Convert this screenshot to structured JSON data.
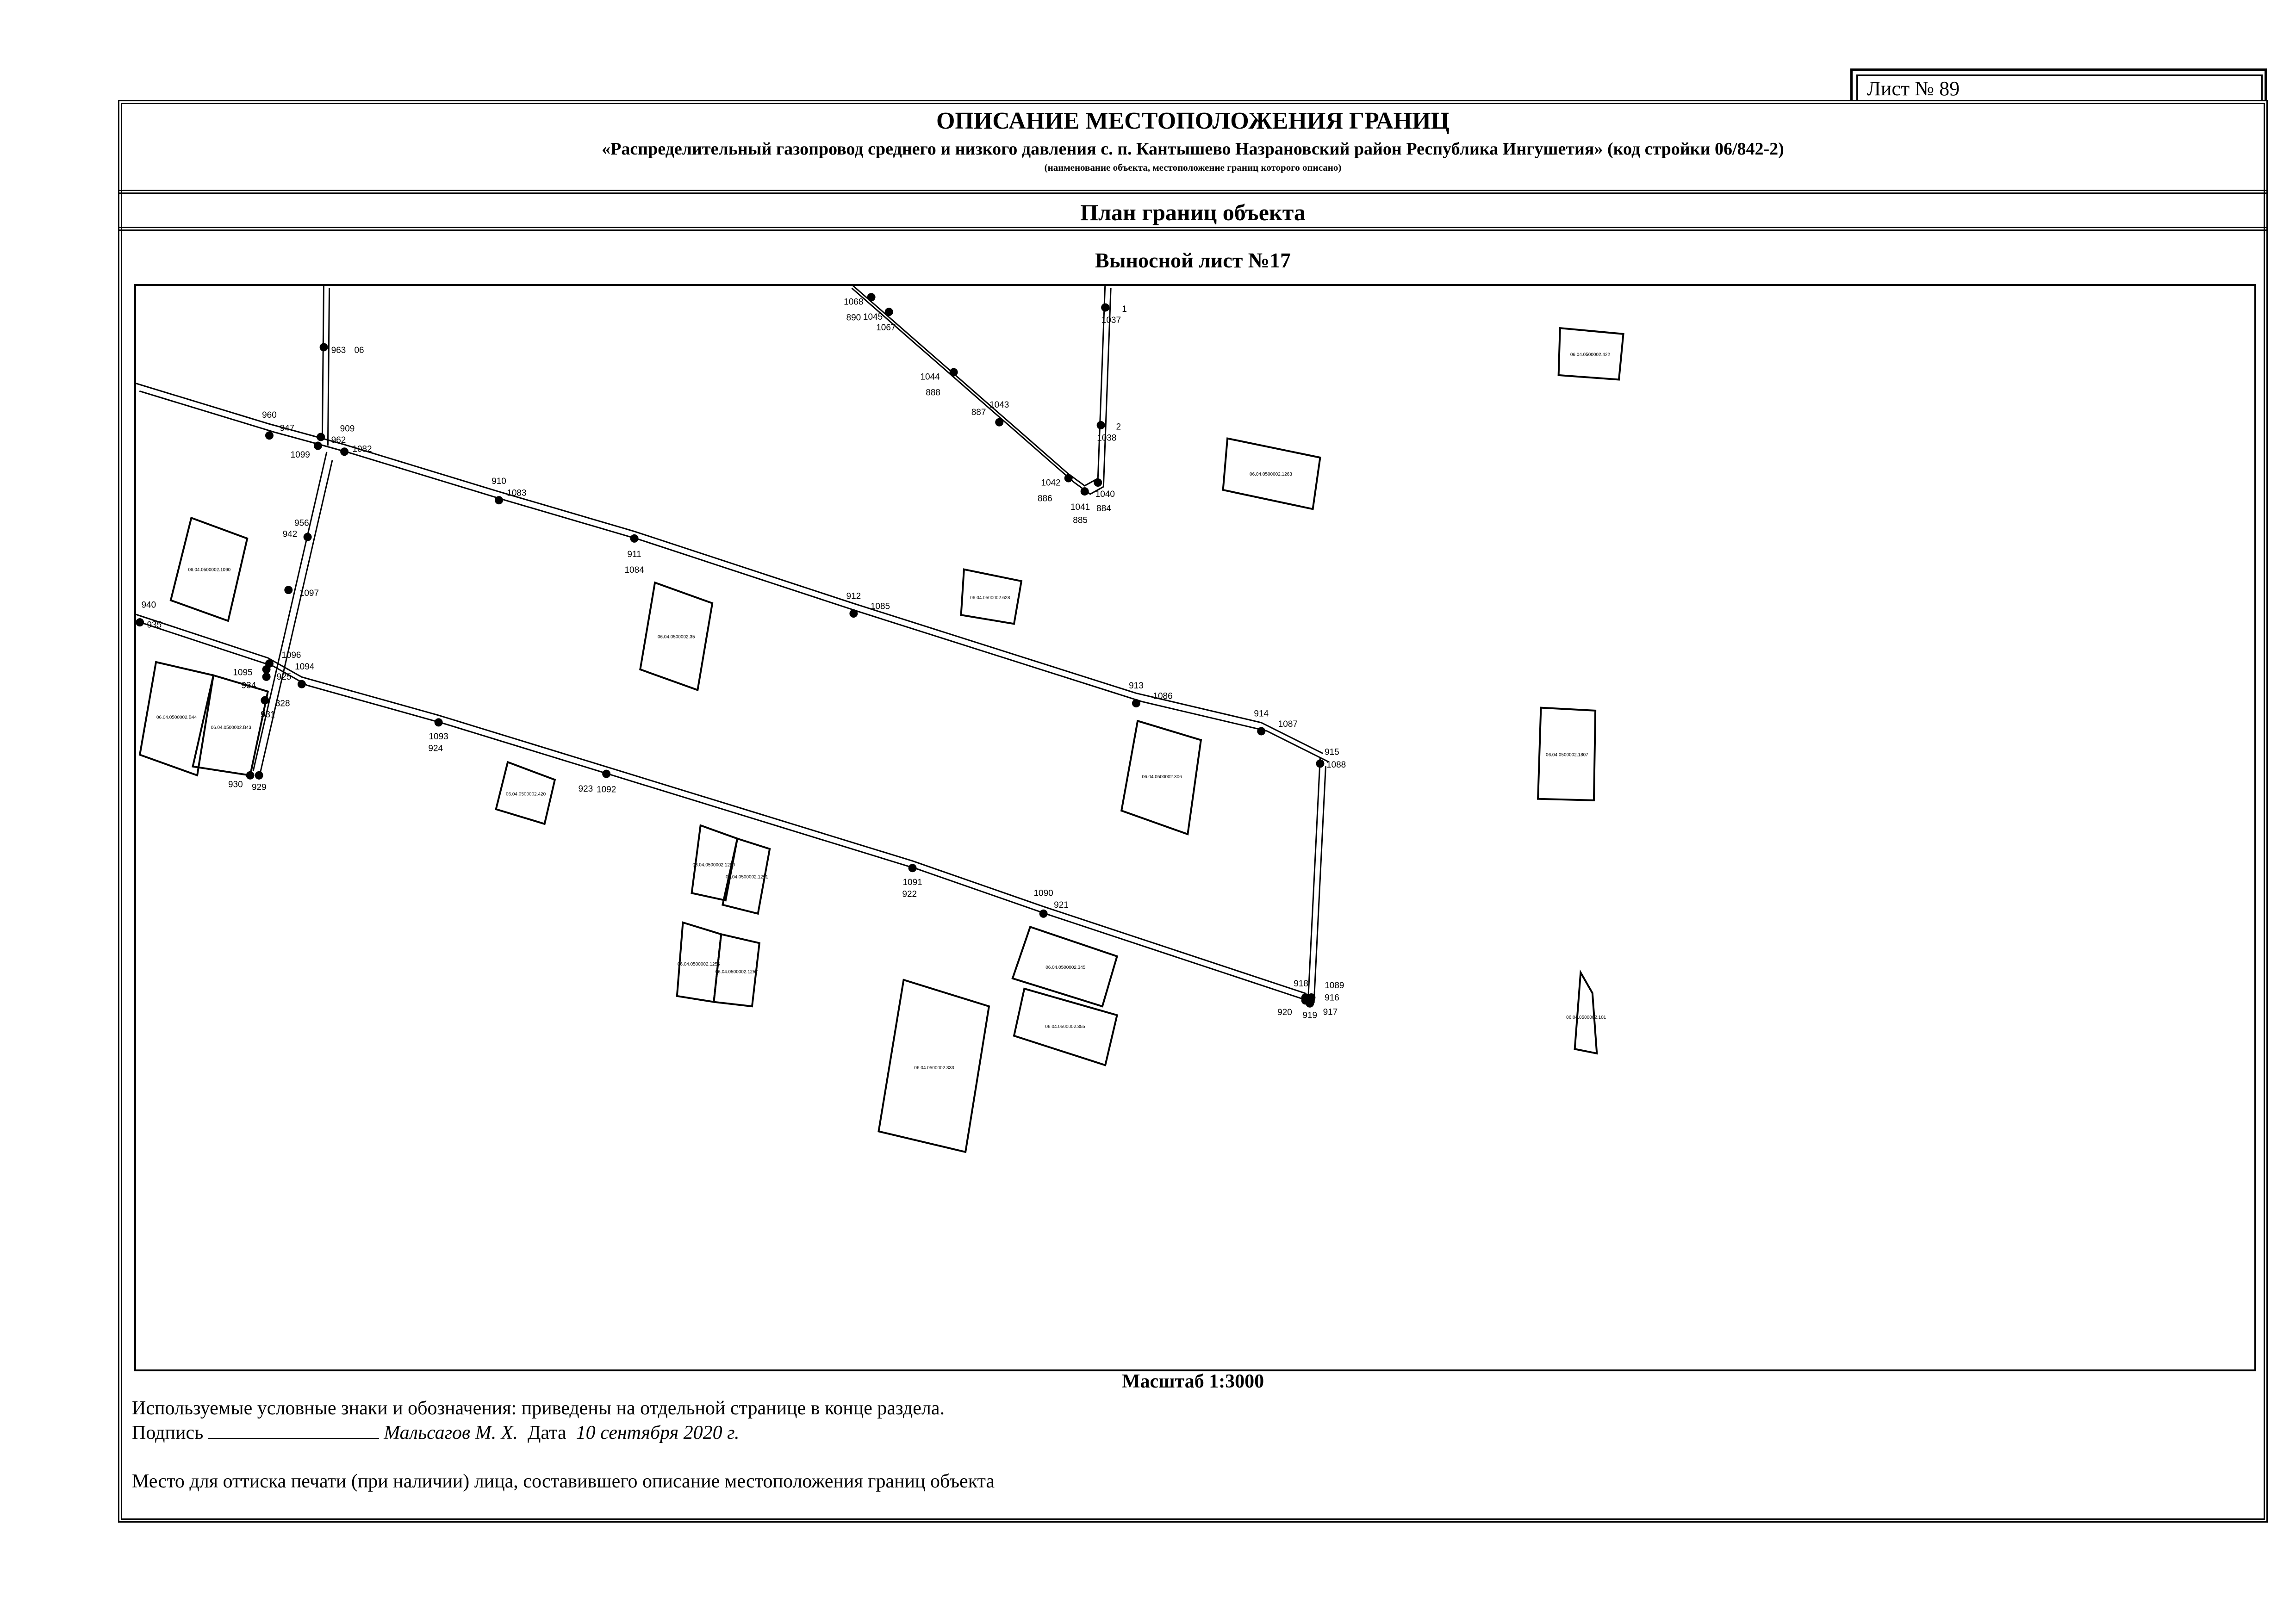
{
  "sheet_number": "Лист № 89",
  "header": {
    "title": "ОПИСАНИЕ МЕСТОПОЛОЖЕНИЯ ГРАНИЦ",
    "subtitle": "«Распределительный газопровод среднего и низкого давления с. п. Кантышево Назрановский район Республика Ингушетия» (код стройки 06/842-2)",
    "note": "(наименование объекта, местоположение границ которого описано)"
  },
  "section_title": "План границ объекта",
  "map": {
    "title": "Выносной лист №17",
    "scale": "Масштаб 1:3000",
    "point_labels": [
      "963",
      "06",
      "960",
      "947",
      "962",
      "909",
      "1082",
      "1099",
      "910",
      "1083",
      "911",
      "1084",
      "912",
      "1085",
      "913",
      "1086",
      "914",
      "1087",
      "915",
      "1088",
      "916",
      "917",
      "918",
      "919",
      "920",
      "1089",
      "1090",
      "921",
      "1091",
      "922",
      "1092",
      "923",
      "1093",
      "924",
      "1094",
      "925",
      "940",
      "935",
      "942",
      "956",
      "1097",
      "1096",
      "1095",
      "934",
      "931",
      "328",
      "930",
      "929",
      "1068",
      "890",
      "1067",
      "1045",
      "1044",
      "888",
      "1043",
      "887",
      "1042",
      "886",
      "1041",
      "885",
      "1040",
      "884",
      "1038",
      "2",
      "1037",
      "1"
    ],
    "parcel_labels": [
      "06.04.0500002.1090",
      "06.04.0500002.35",
      "06.04.0500002.628",
      "06.04.0500002.422",
      "06.04.0500002.1263",
      "06.04.0500002.306",
      "06.04.0500002.1807",
      "06.04.0500002.B44",
      "06.04.0500002.B43",
      "06.04.0500002.420",
      "06.04.0500002.1290",
      "06.04.0500002.1291",
      "06.04.0500002.1256",
      "06.04.0500002.1257",
      "06.04.0500002.333",
      "06.04.0500002.345",
      "06.04.0500002.355",
      "06.04.0500002.101"
    ]
  },
  "footer": {
    "legend_note": "Используемые условные знаки и обозначения: приведены на отдельной странице в конце раздела.",
    "signature_label": "Подпись",
    "signer": "Мальсагов М. Х.",
    "date_label": "Дата",
    "date_value": "10 сентября 2020 г.",
    "stamp_note": "Место для оттиска печати (при наличии) лица, составившего описание местоположения границ объекта"
  }
}
